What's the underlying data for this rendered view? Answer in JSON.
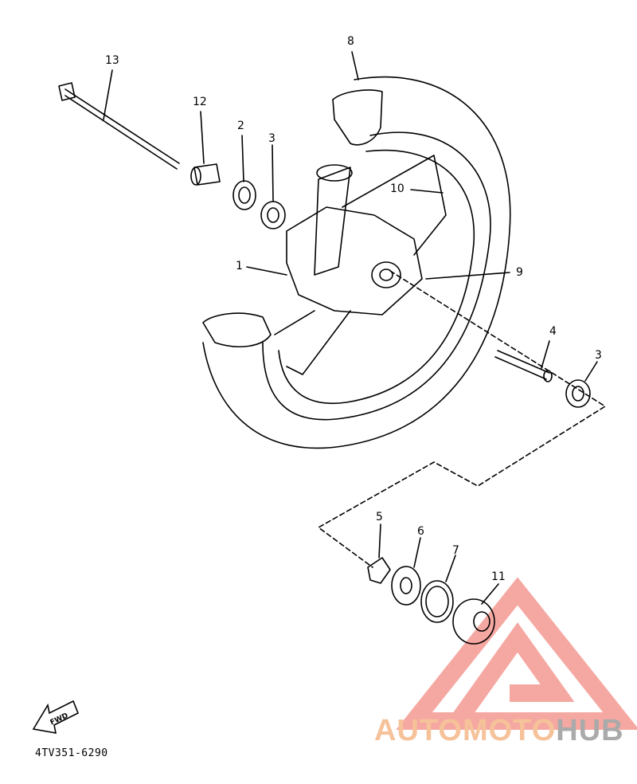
{
  "diagram": {
    "part_labels": {
      "p1": "1",
      "p2": "2",
      "p3a": "3",
      "p3b": "3",
      "p4": "4",
      "p5": "5",
      "p6": "6",
      "p7": "7",
      "p8": "8",
      "p9": "9",
      "p10": "10",
      "p11": "11",
      "p12": "12",
      "p13": "13"
    },
    "fwd_label": "FWD",
    "diagram_code": "4TV351-6290"
  },
  "watermark": {
    "part1": "AUTOMOTO",
    "part2": "HUB"
  },
  "colors": {
    "line": "#000000",
    "watermark_red": "#f28b82",
    "watermark_orange": "#f6c29a",
    "watermark_gray": "#aaaaaa"
  }
}
